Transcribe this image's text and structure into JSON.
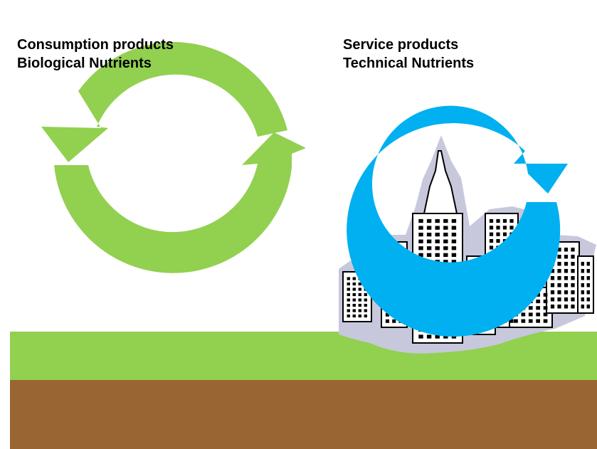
{
  "left_cycle": {
    "line1": "Consumption products",
    "line2": "Biological Nutrients",
    "color": "#92D050"
  },
  "right_cycle": {
    "line1": "Service products",
    "line2": "Technical Nutrients",
    "color": "#00B0F0"
  },
  "ground": {
    "grass_color": "#92D050",
    "soil_color": "#996633"
  },
  "city": {
    "halo_color": "#C8C8DC",
    "building_color": "#FFFFFF",
    "ink_color": "#000000"
  }
}
